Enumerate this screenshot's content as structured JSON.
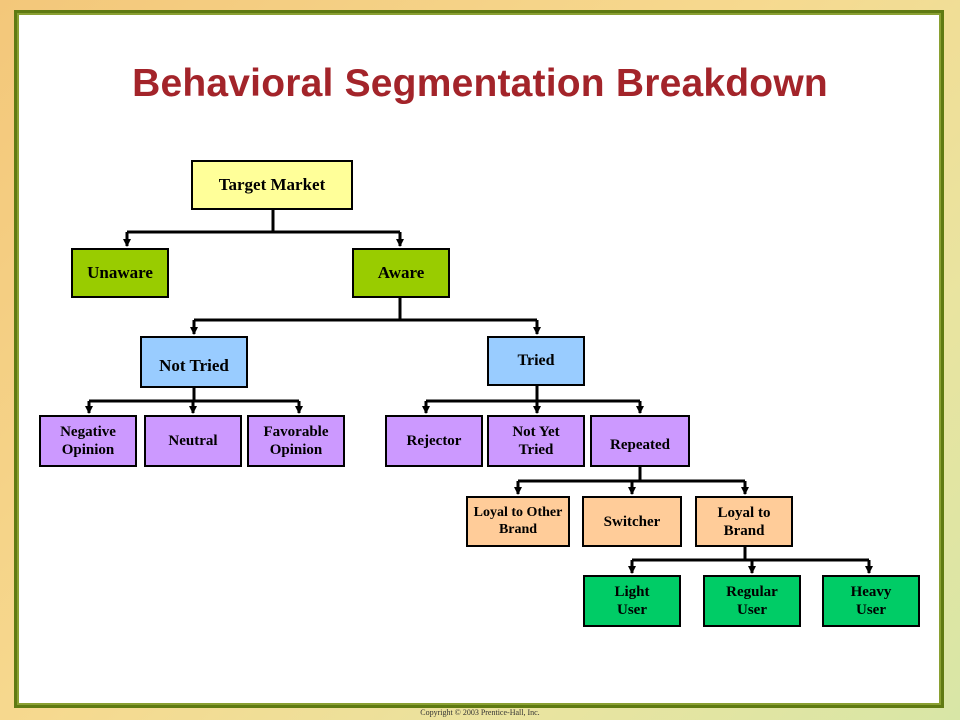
{
  "title": "Behavioral Segmentation Breakdown",
  "copyright": "Copyright © 2003 Prentice-Hall, Inc.",
  "nodes": {
    "target_market": "Target Market",
    "unaware": "Unaware",
    "aware": "Aware",
    "not_tried": "Not Tried",
    "tried": "Tried",
    "negative_opinion": "Negative Opinion",
    "neutral": "Neutral",
    "favorable_opinion": "Favorable Opinion",
    "rejector": "Rejector",
    "not_yet_tried": "Not Yet Tried",
    "repeated": "Repeated",
    "loyal_to_other_brand": "Loyal to Other Brand",
    "switcher": "Switcher",
    "loyal_to_brand": "Loyal to Brand",
    "light_user": "Light User",
    "regular_user": "Regular User",
    "heavy_user": "Heavy User"
  },
  "colors": {
    "title": "#a3242a",
    "frame": "#5f7a12",
    "yellow": "#ffff99",
    "lime": "#99cc00",
    "blue": "#99ccff",
    "purple": "#cc99ff",
    "peach": "#ffcc99",
    "green": "#00cc66"
  }
}
